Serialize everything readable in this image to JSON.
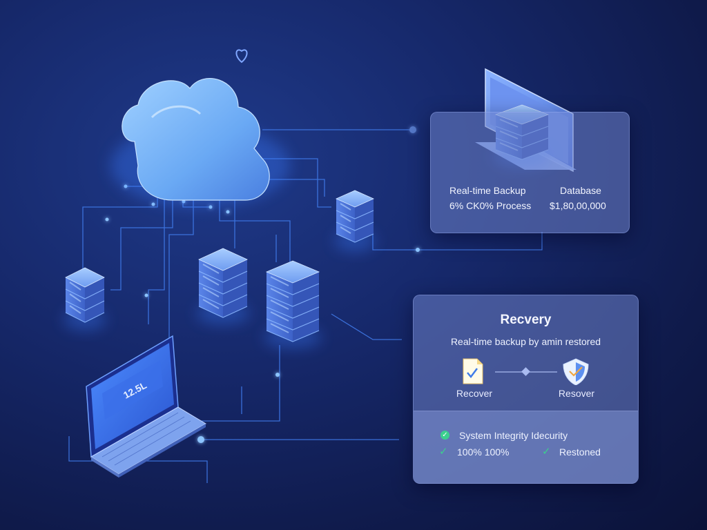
{
  "backup_panel": {
    "label_left": "Real-time Backup",
    "value_left": "6% CK0% Process",
    "label_right": "Database",
    "value_right": "$1,80,00,000"
  },
  "recovery_panel": {
    "title": "Recvery",
    "subtitle": "Real-time backup by amin restored",
    "item_left": "Recover",
    "item_right": "Resover",
    "status_row_1": "System Integrity Idecurity",
    "status_row_2_left": "100% 100%",
    "status_row_2_right": "Restoned"
  },
  "laptop_screen": {
    "reading": "12.5L"
  },
  "icons": {
    "heart": "heart-icon",
    "cloud": "cloud-icon",
    "document": "document-icon",
    "shield": "shield-icon",
    "check": "check-icon"
  },
  "colors": {
    "background": "#16286a",
    "accent": "#5aa8ff",
    "check_green": "#3ccf8e"
  }
}
